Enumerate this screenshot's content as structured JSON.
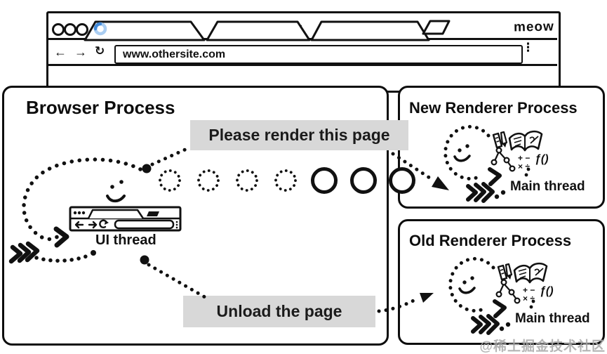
{
  "colors": {
    "ink": "#111111",
    "label_bg": "#d8d8d8",
    "spinner_light": "#a9cdf2",
    "spinner_dark": "#4189d9",
    "watermark": "#aaaaaa"
  },
  "browser_window": {
    "url": "www.othersite.com",
    "meow": "meow",
    "nav": {
      "back": "←",
      "forward": "→",
      "reload": "↻",
      "menu": "⋮"
    },
    "tab_close": "✕"
  },
  "diagram": {
    "browser_process": {
      "title": "Browser Process",
      "thread_label": "UI thread"
    },
    "new_renderer": {
      "title": "New Renderer Process",
      "thread_label": "Main thread",
      "fn_label": "ƒ()",
      "math_top": "+ −",
      "math_bottom": "× ÷"
    },
    "old_renderer": {
      "title": "Old Renderer Process",
      "thread_label": "Main thread",
      "fn_label": "ƒ()",
      "math_top": "+ −",
      "math_bottom": "× ÷"
    },
    "messages": {
      "render": "Please render this page",
      "unload": "Unload the page"
    }
  },
  "watermark": "@稀土掘金技术社区"
}
